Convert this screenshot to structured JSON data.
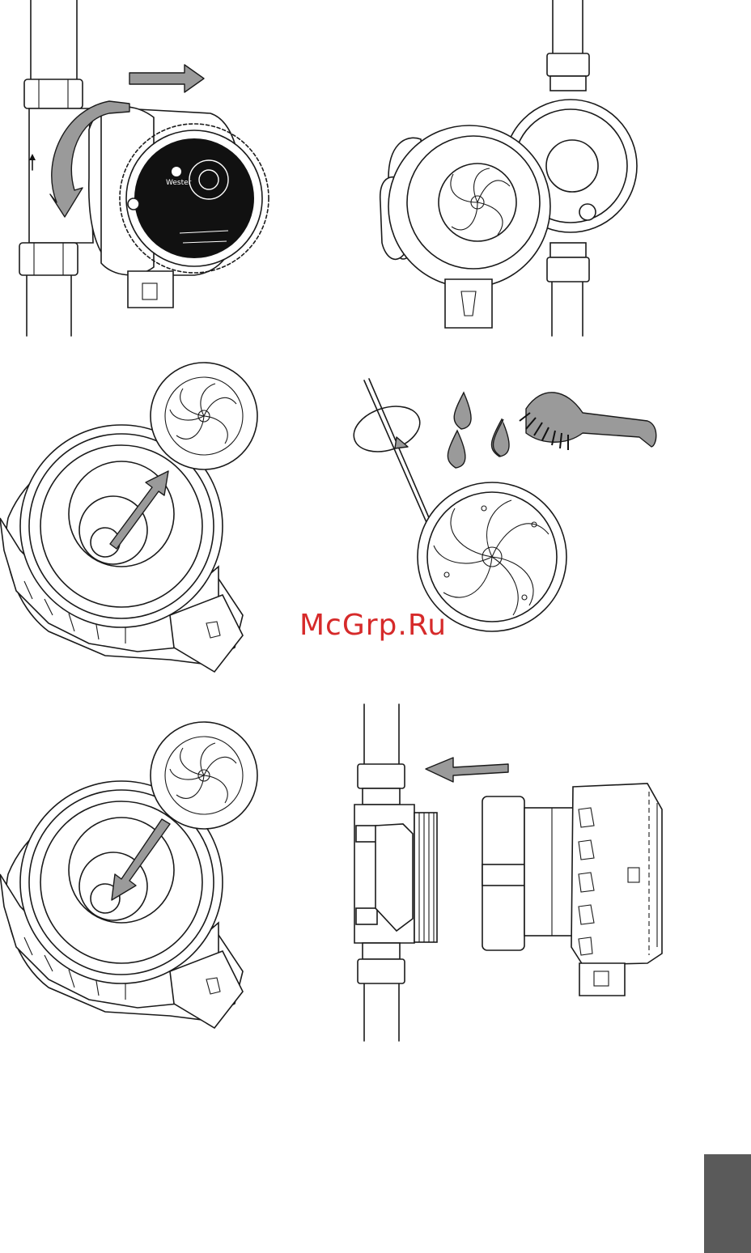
{
  "watermark": {
    "text": "McGrp.Ru",
    "color": "#d62a2a"
  },
  "brand_label": "Wester",
  "colors": {
    "arrow_fill": "#9a9a9a",
    "line": "#1a1a1a",
    "tab": "#5a5a5a"
  },
  "steps": [
    {
      "id": 1,
      "icon": "pump-unscrew-icon"
    },
    {
      "id": 2,
      "icon": "pump-head-removed-icon"
    },
    {
      "id": 3,
      "icon": "impeller-extract-icon"
    },
    {
      "id": 4,
      "icon": "impeller-cleaning-icon"
    },
    {
      "id": 5,
      "icon": "impeller-insert-icon"
    },
    {
      "id": 6,
      "icon": "pump-reassemble-icon"
    }
  ]
}
